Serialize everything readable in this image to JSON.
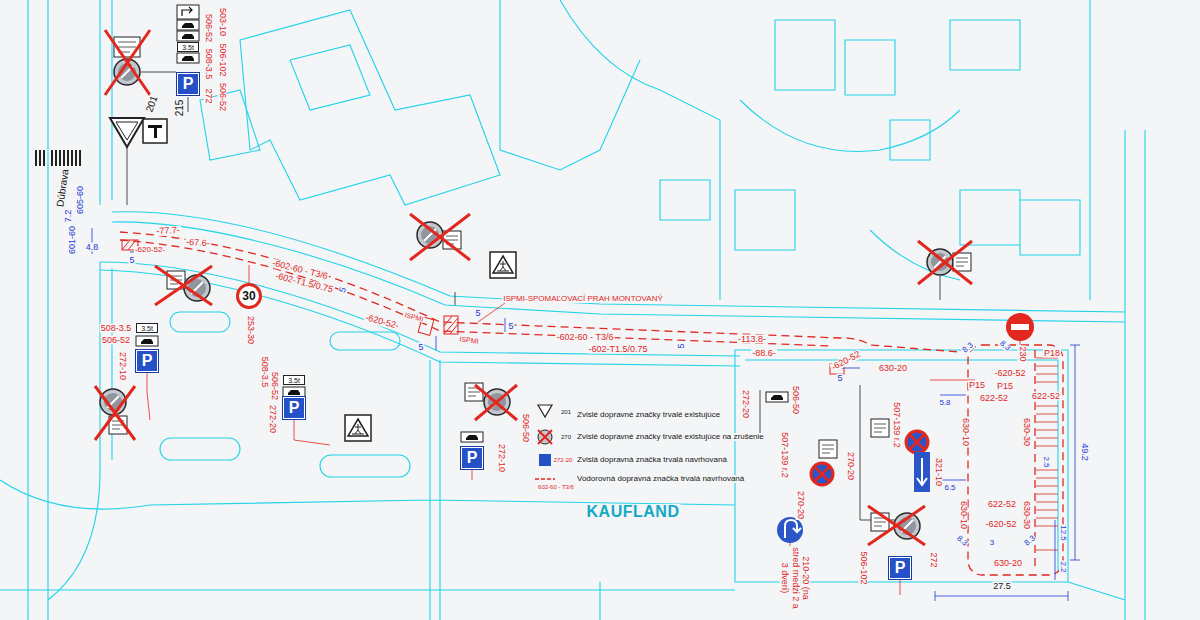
{
  "diagram": {
    "nodes": [
      {
        "text": [
          "3.5t"
        ]
      },
      {
        "text": [
          "P"
        ]
      },
      {
        "text": [
          "30"
        ]
      },
      {
        "text": [
          "3.5t"
        ]
      },
      {
        "text": [
          "P"
        ]
      },
      {
        "text": [
          "3.5t"
        ]
      },
      {
        "text": [
          "P"
        ]
      },
      {
        "text": [
          "P"
        ]
      },
      {
        "text": [
          "P"
        ]
      }
    ],
    "labels": [
      "503-10",
      "506-102",
      "506-52",
      "506-52",
      "508-3.5",
      "272",
      "201",
      "215",
      "Dúbrava",
      "605-60",
      "7.2",
      "601-60",
      "4.8",
      "5",
      "-77.7-",
      "-67.6-",
      "-620-52-",
      "-602-60 - T3/6",
      "-602-T1.5/0.75",
      "5",
      "-620-52-",
      "ISPMI",
      "ISPMI",
      "5",
      "5",
      "5",
      "ISPMI-SPOMAĽOVACÍ PRAH MONTOVANÝ",
      "-602-60 - T3/6",
      "-602-T1.5/0.75",
      "5",
      "-113.8-",
      "-88.6-",
      "-620-52",
      "5",
      "630-20",
      "253-30",
      "508-3.5",
      "506-52",
      "272-10",
      "508-3.5",
      "506-52",
      "272-20",
      "506-50",
      "272-10",
      "506-50",
      "272-20",
      "507-139 r.2",
      "270-20",
      "507-139 r.2",
      "270-20",
      "210-20 (na stred medzi 2 a 3 dverí)",
      "321-10",
      "506-102",
      "272",
      "230",
      "KAUFLAND",
      "P18",
      "8.3",
      "8.3",
      "-620-52",
      "P15",
      "P15",
      "622-52",
      "622-52",
      "5.8",
      "630-10",
      "630-30",
      "2.5",
      "49.2",
      "622-52",
      "630-30",
      "630-10",
      "6.5",
      "-620-52",
      "8.3",
      "8.3",
      "3",
      "630-20",
      "12.5",
      "2.2",
      "27.5",
      "201",
      "270",
      "272-20",
      "602-60 - T3/6"
    ],
    "legend": [
      {
        "text": "Zvislé dopravné značky trvalé existujúce"
      },
      {
        "text": "Zvislé dopravné značky trvalé existujúce na zrušenie"
      },
      {
        "text": "Zvislá dopravná značka trvalá navrhovaná"
      },
      {
        "text": "Vodorovná dopravná značka trvalá navrhovaná"
      }
    ]
  }
}
